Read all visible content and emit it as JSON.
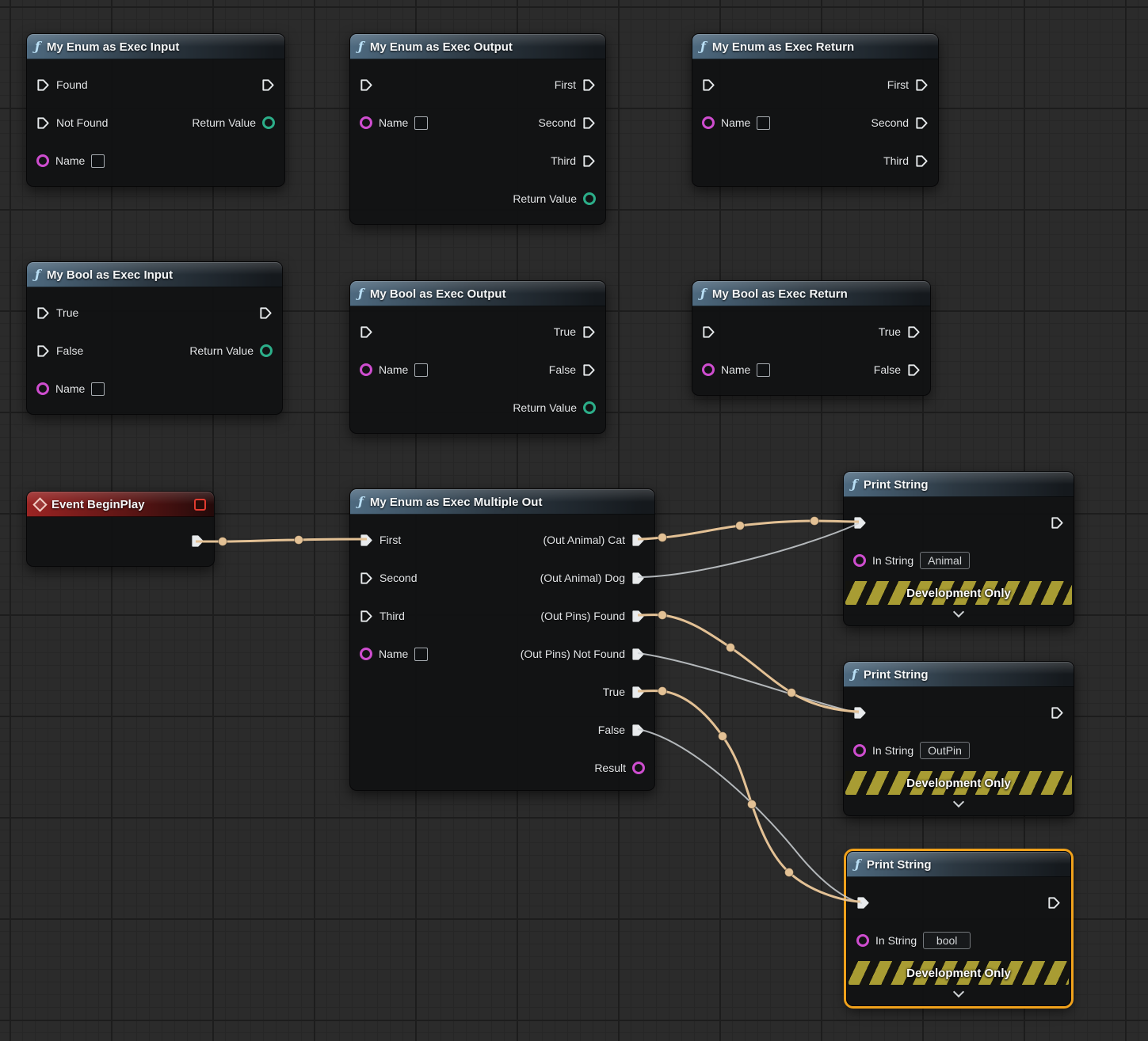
{
  "icons": {
    "function_glyph": "ƒ"
  },
  "colors": {
    "background": "#2b2b2b",
    "node_body": "#111213",
    "header_function": "#4e6a80",
    "header_event": "#9a2423",
    "exec_pin": "#e9ebed",
    "name_pin": "#ce4dcf",
    "return_value_pin": "#2cae89",
    "wire_active": "#e3c195",
    "wire_plain": "#ccd1d5",
    "selection_outline": "#f0a11b",
    "banner_stripe": "#a89c33"
  },
  "nodes": [
    {
      "title": "My Enum as Exec Input",
      "pins": {
        "in1": "Found",
        "in2": "Not Found",
        "in3": "Name",
        "out1": "Return Value"
      }
    },
    {
      "title": "My Enum as Exec Output",
      "pins": {
        "in2": "Name",
        "out1": "First",
        "out2": "Second",
        "out3": "Third",
        "out4": "Return Value"
      }
    },
    {
      "title": "My Enum as Exec Return",
      "pins": {
        "in2": "Name",
        "out1": "First",
        "out2": "Second",
        "out3": "Third"
      }
    },
    {
      "title": "My Bool as Exec Input",
      "pins": {
        "in1": "True",
        "in2": "False",
        "in3": "Name",
        "out1": "Return Value"
      }
    },
    {
      "title": "My Bool as Exec Output",
      "pins": {
        "in2": "Name",
        "out1": "True",
        "out2": "False",
        "out3": "Return Value"
      }
    },
    {
      "title": "My Bool as Exec Return",
      "pins": {
        "in2": "Name",
        "out1": "True",
        "out2": "False"
      }
    },
    {
      "title": "Event BeginPlay"
    },
    {
      "title": "My Enum as Exec Multiple Out",
      "pins": {
        "in1": "First",
        "in2": "Second",
        "in3": "Third",
        "in4": "Name",
        "out1": "(Out Animal) Cat",
        "out2": "(Out Animal) Dog",
        "out3": "(Out Pins) Found",
        "out4": "(Out Pins) Not Found",
        "out5": "True",
        "out6": "False",
        "out7": "Result"
      }
    },
    {
      "title": "Print String",
      "pins": {
        "in2": "In String"
      },
      "value": "Animal",
      "banner": "Development Only"
    },
    {
      "title": "Print String",
      "pins": {
        "in2": "In String"
      },
      "value": "OutPin",
      "banner": "Development Only"
    },
    {
      "title": "Print String",
      "pins": {
        "in2": "In String"
      },
      "value": "bool",
      "banner": "Development Only",
      "selected": true
    }
  ]
}
